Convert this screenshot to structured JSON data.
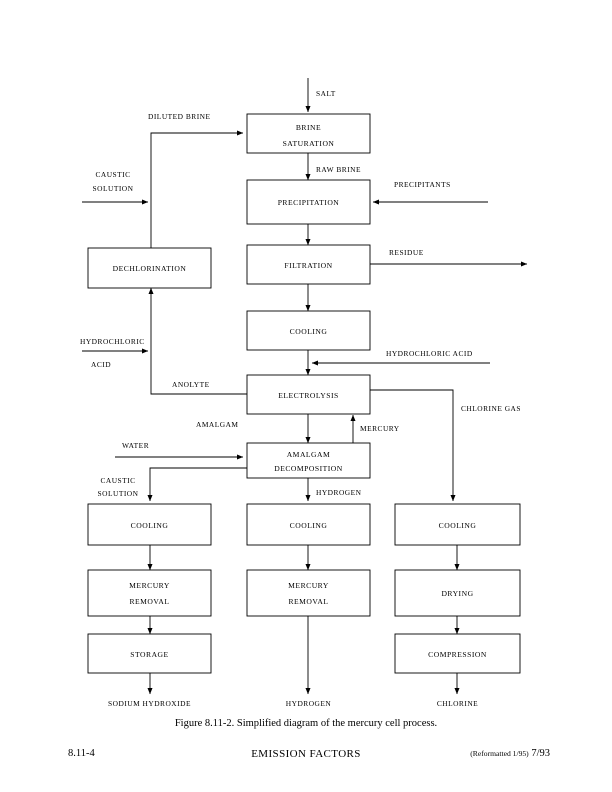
{
  "document": {
    "caption": "Figure 8.11-2.  Simplified diagram of the mercury cell process.",
    "footer": {
      "page_number": "8.11-4",
      "title": "EMISSION FACTORS",
      "reformatted": "(Reformatted 1/95)",
      "date": "7/93"
    }
  },
  "diagram": {
    "title": "Simplified diagram of the mercury cell process",
    "type": "process-flow",
    "nodes": [
      {
        "id": "brine_saturation",
        "lines": [
          "BRINE",
          "SATURATION"
        ]
      },
      {
        "id": "precipitation",
        "lines": [
          "PRECIPITATION"
        ]
      },
      {
        "id": "filtration",
        "lines": [
          "FILTRATION"
        ]
      },
      {
        "id": "cooling_main",
        "lines": [
          "COOLING"
        ]
      },
      {
        "id": "electrolysis",
        "lines": [
          "ELECTROLYSIS"
        ]
      },
      {
        "id": "dechlorination",
        "lines": [
          "DECHLORINATION"
        ]
      },
      {
        "id": "amalgam_decomp",
        "lines": [
          "AMALGAM",
          "DECOMPOSITION"
        ]
      },
      {
        "id": "cooling_left",
        "lines": [
          "COOLING"
        ]
      },
      {
        "id": "cooling_mid",
        "lines": [
          "COOLING"
        ]
      },
      {
        "id": "cooling_right",
        "lines": [
          "COOLING"
        ]
      },
      {
        "id": "mercury_removal_left",
        "lines": [
          "MERCURY",
          "REMOVAL"
        ]
      },
      {
        "id": "mercury_removal_mid",
        "lines": [
          "MERCURY",
          "REMOVAL"
        ]
      },
      {
        "id": "drying",
        "lines": [
          "DRYING"
        ]
      },
      {
        "id": "storage",
        "lines": [
          "STORAGE"
        ]
      },
      {
        "id": "compression",
        "lines": [
          "COMPRESSION"
        ]
      }
    ],
    "flow_labels": [
      {
        "id": "salt",
        "text": "SALT"
      },
      {
        "id": "diluted_brine",
        "text": "DILUTED BRINE"
      },
      {
        "id": "caustic_solution_top",
        "text": [
          "CAUSTIC",
          "SOLUTION"
        ]
      },
      {
        "id": "raw_brine",
        "text": "RAW BRINE"
      },
      {
        "id": "precipitants",
        "text": "PRECIPITANTS"
      },
      {
        "id": "residue",
        "text": "RESIDUE"
      },
      {
        "id": "hydrochloric_acid_left",
        "text": [
          "HYDROCHLORIC",
          "ACID"
        ]
      },
      {
        "id": "hydrochloric_acid_right",
        "text": "HYDROCHLORIC ACID"
      },
      {
        "id": "anolyte",
        "text": "ANOLYTE"
      },
      {
        "id": "chlorine_gas",
        "text": "CHLORINE GAS"
      },
      {
        "id": "amalgam",
        "text": "AMALGAM"
      },
      {
        "id": "mercury",
        "text": "MERCURY"
      },
      {
        "id": "water",
        "text": "WATER"
      },
      {
        "id": "caustic_solution_bottom",
        "text": [
          "CAUSTIC",
          "SOLUTION"
        ]
      },
      {
        "id": "hydrogen_mid",
        "text": "HYDROGEN"
      },
      {
        "id": "sodium_hydroxide_out",
        "text": "SODIUM HYDROXIDE"
      },
      {
        "id": "hydrogen_out",
        "text": "HYDROGEN"
      },
      {
        "id": "chlorine_out",
        "text": "CHLORINE"
      }
    ]
  }
}
